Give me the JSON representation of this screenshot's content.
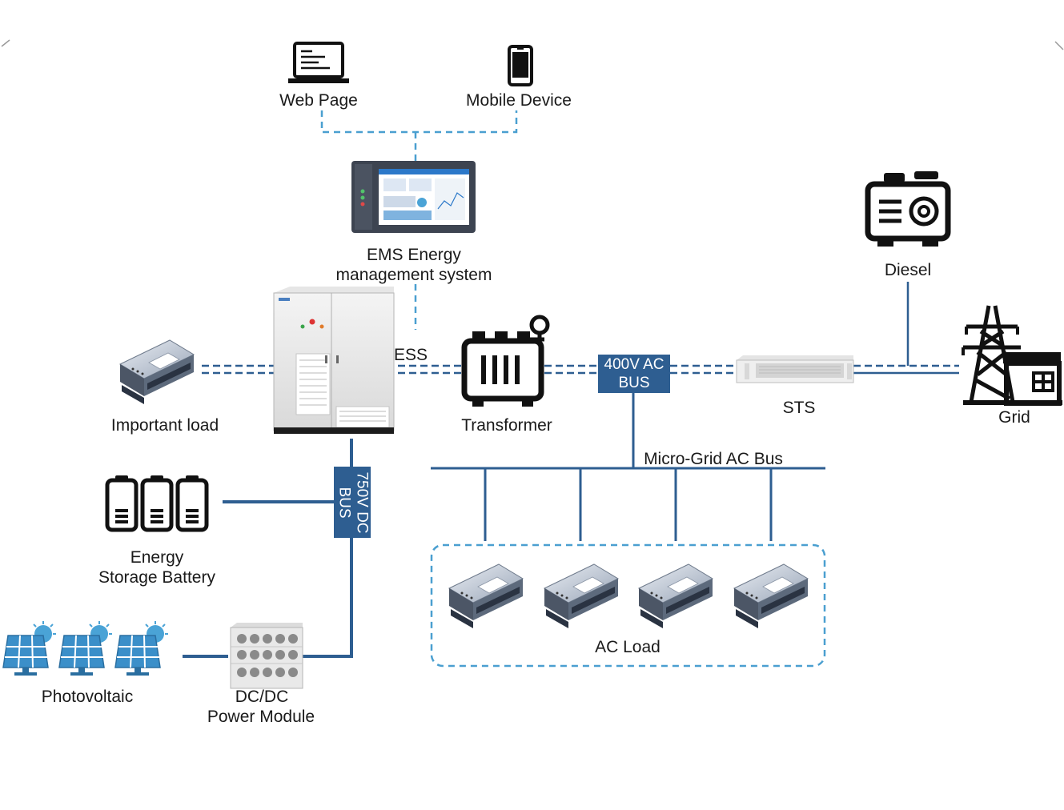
{
  "labels": {
    "web_page": "Web Page",
    "mobile_device": "Mobile Device",
    "ems_line1": "EMS Energy",
    "ems_line2": "management system",
    "diesel": "Diesel",
    "ess": "ESS",
    "transformer": "Transformer",
    "ac_bus_line1": "400V AC",
    "ac_bus_line2": "BUS",
    "sts": "STS",
    "grid": "Grid",
    "important_load": "Important load",
    "dc_bus_line1": "750V DC",
    "dc_bus_line2": "BUS",
    "micro_grid_bus": "Micro-Grid AC Bus",
    "battery_line1": "Energy",
    "battery_line2": "Storage Battery",
    "ac_load": "AC Load",
    "photovoltaic": "Photovoltaic",
    "dcdc_line1": "DC/DC",
    "dcdc_line2": "Power Module"
  },
  "colors": {
    "line": "#2e5e91",
    "dashed_link": "#4a9fd0",
    "icon": "#111111"
  },
  "icons": [
    "laptop-icon",
    "mobile-phone-icon",
    "ems-panel-icon",
    "diesel-generator-icon",
    "transformer-icon",
    "sts-unit-icon",
    "grid-tower-icon",
    "ess-cabinet-icon",
    "load-device-icon",
    "battery-icon",
    "solar-panel-icon",
    "dcdc-module-icon"
  ]
}
